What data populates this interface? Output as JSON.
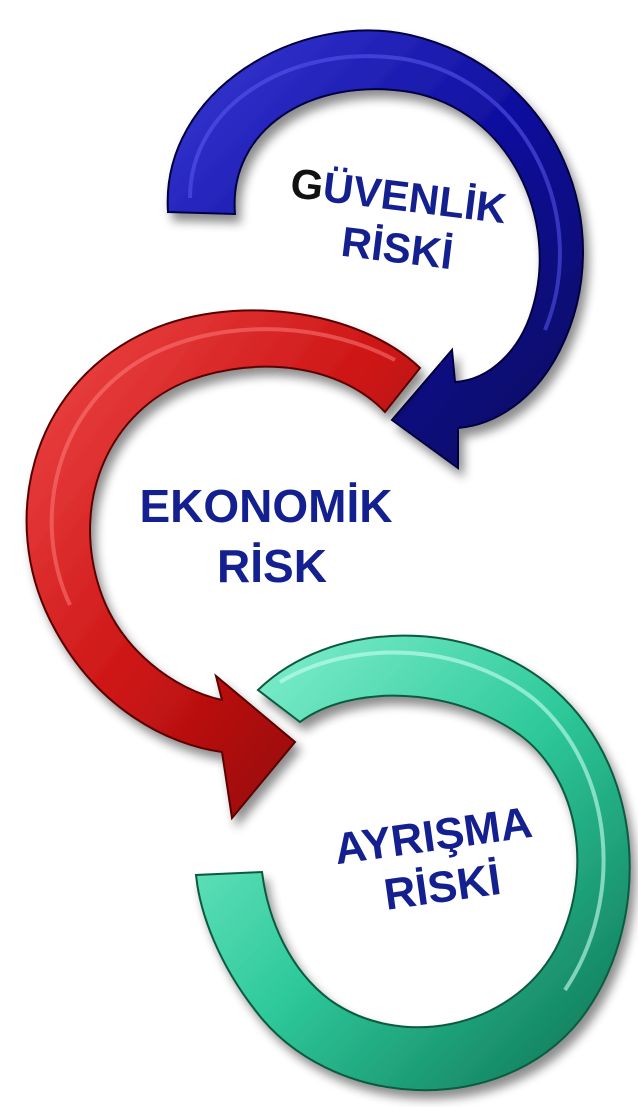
{
  "cycle": {
    "stages": [
      {
        "id": "guvenlik",
        "lines": [
          "GÜVENLİK",
          "RİSKİ"
        ],
        "first_letter_color": "#111111",
        "text_color": "#14208f",
        "arrow_color": "#1216a0"
      },
      {
        "id": "ekonomik",
        "lines": [
          "EKONOMİK",
          "RİSK"
        ],
        "text_color": "#14208f",
        "arrow_color": "#d01818"
      },
      {
        "id": "ayrisma",
        "lines": [
          "AYRIŞMA",
          "RİSKİ"
        ],
        "text_color": "#14208f",
        "arrow_color": "#2ec99a"
      }
    ]
  }
}
